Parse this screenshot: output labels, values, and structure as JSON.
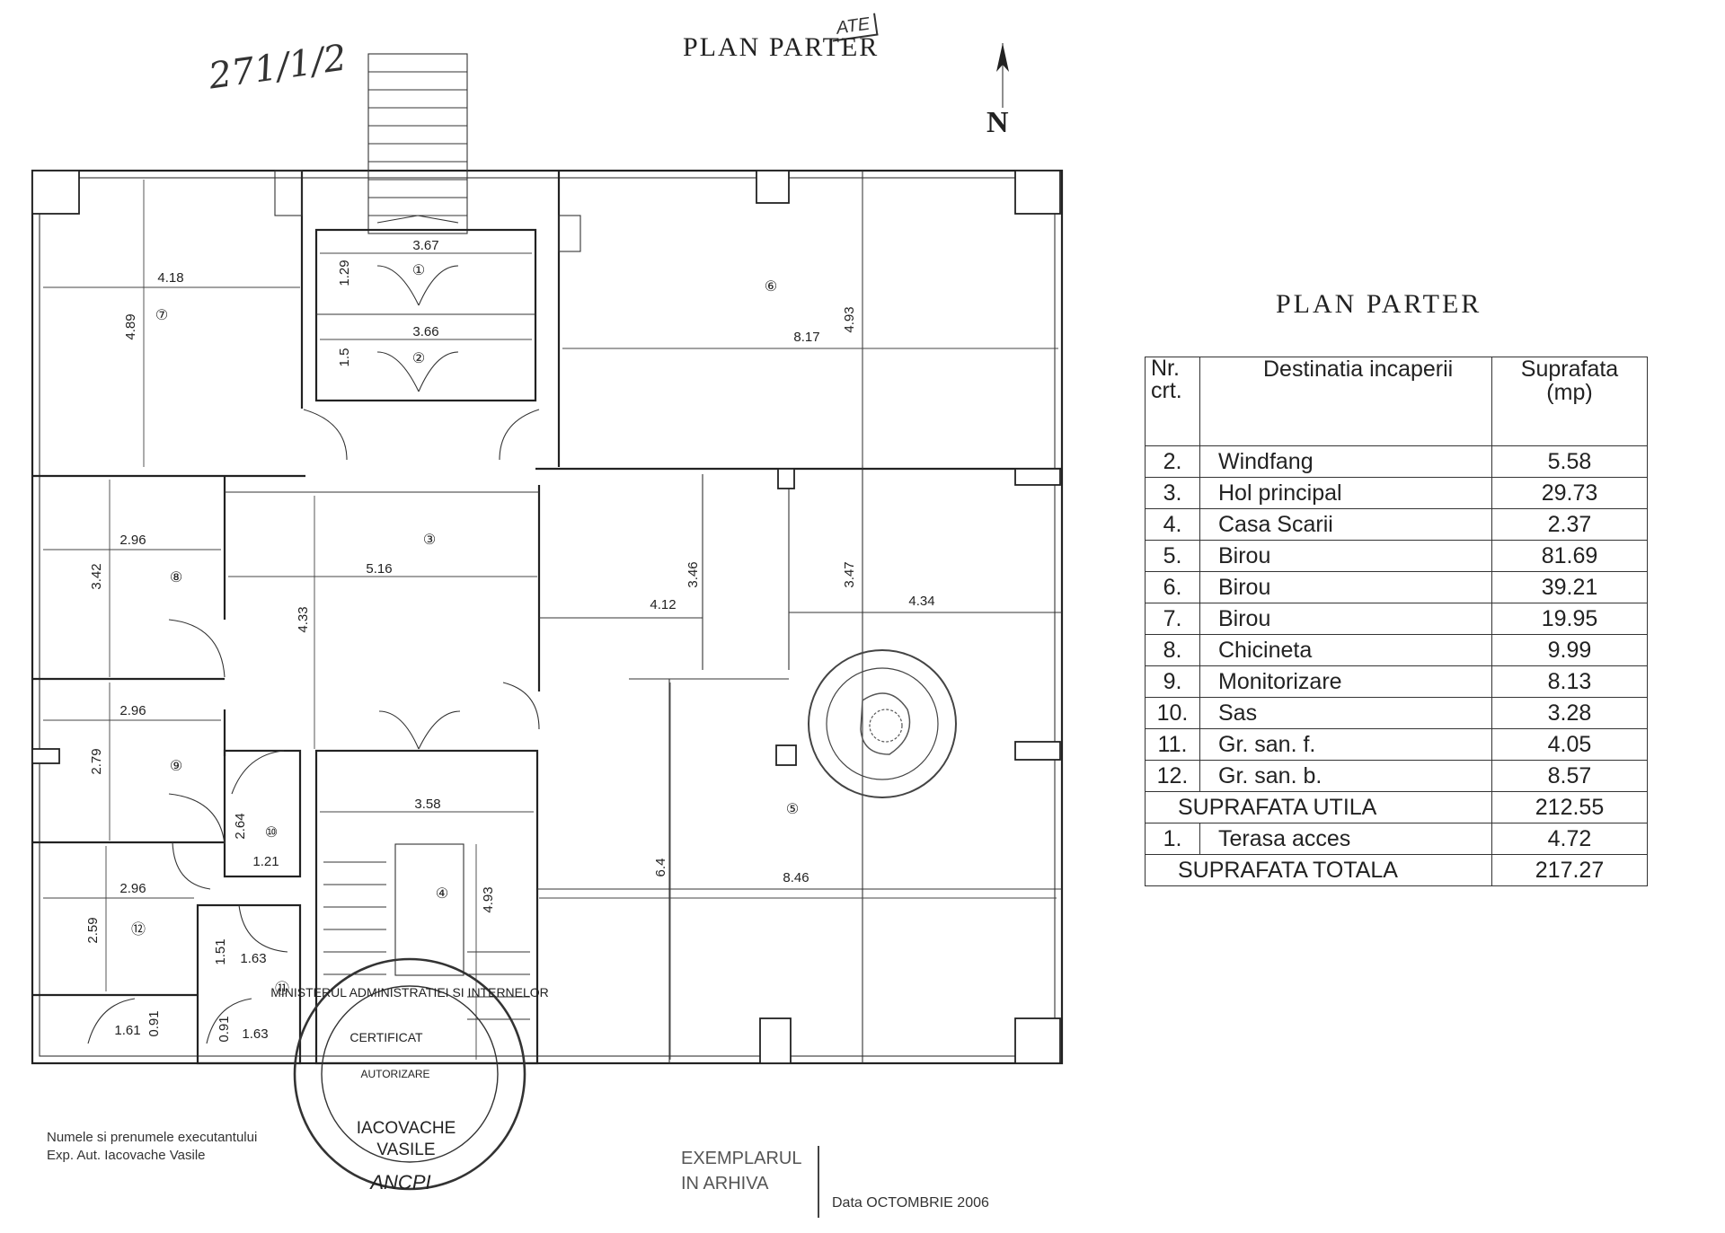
{
  "header": {
    "plan_title": "PLAN PARTER",
    "handwritten_ref": "271/1/2",
    "top_stamp": "ATE",
    "north_label": "N"
  },
  "rooms": [
    {
      "number": "①",
      "dims": [
        "3.67",
        "1.29"
      ]
    },
    {
      "number": "②",
      "dims": [
        "3.66",
        "1.5"
      ]
    },
    {
      "number": "③",
      "dims": [
        "5.16",
        "4.33"
      ]
    },
    {
      "number": "④",
      "dims": [
        "3.58",
        "4.93"
      ]
    },
    {
      "number": "⑤",
      "dims": [
        "8.46",
        "6.4"
      ]
    },
    {
      "number": "⑥",
      "dims": [
        "8.17",
        "4.93"
      ]
    },
    {
      "number": "⑦",
      "dims": [
        "4.18",
        "4.89"
      ]
    },
    {
      "number": "⑧",
      "dims": [
        "2.96",
        "3.42"
      ]
    },
    {
      "number": "⑨",
      "dims": [
        "2.96",
        "2.79"
      ]
    },
    {
      "number": "⑩",
      "dims": [
        "2.64",
        "1.21"
      ]
    },
    {
      "number": "⑪",
      "dims": [
        "1.51",
        "1.63",
        "0.91",
        "1.63"
      ]
    },
    {
      "number": "⑫",
      "dims": [
        "2.96",
        "2.59",
        "1.61",
        "0.91"
      ]
    }
  ],
  "extra_dims": [
    "4.12",
    "3.46",
    "3.47",
    "4.34"
  ],
  "table": {
    "title": "PLAN PARTER",
    "col_nr": "Nr. crt.",
    "col_dest": "Destinatia incaperii",
    "col_sup": "Suprafata (mp)",
    "rows": [
      {
        "nr": "2.",
        "name": "Windfang",
        "area": "5.58"
      },
      {
        "nr": "3.",
        "name": "Hol principal",
        "area": "29.73"
      },
      {
        "nr": "4.",
        "name": "Casa Scarii",
        "area": "2.37"
      },
      {
        "nr": "5.",
        "name": "Birou",
        "area": "81.69"
      },
      {
        "nr": "6.",
        "name": "Birou",
        "area": "39.21"
      },
      {
        "nr": "7.",
        "name": "Birou",
        "area": "19.95"
      },
      {
        "nr": "8.",
        "name": "Chicineta",
        "area": "9.99"
      },
      {
        "nr": "9.",
        "name": "Monitorizare",
        "area": "8.13"
      },
      {
        "nr": "10.",
        "name": "Sas",
        "area": "3.28"
      },
      {
        "nr": "11.",
        "name": "Gr. san. f.",
        "area": "4.05"
      },
      {
        "nr": "12.",
        "name": "Gr. san. b.",
        "area": "8.57"
      }
    ],
    "utila_label": "SUPRAFATA UTILA",
    "utila_value": "212.55",
    "terasa_nr": "1.",
    "terasa_name": "Terasa acces",
    "terasa_value": "4.72",
    "totala_label": "SUPRAFATA TOTALA",
    "totala_value": "217.27"
  },
  "stamps": {
    "round_top": "MINISTERUL ADMINISTRATIEI SI INTERNELOR",
    "round_mid": "CERTIFICAT",
    "round_inner": "AUTORIZARE",
    "round_name_1": "IACOVACHE",
    "round_name_2": "VASILE",
    "round_bottom": "ANCPI"
  },
  "footer": {
    "line1": "Numele si prenumele executantului",
    "line2": "Exp. Aut. Iacovache Vasile",
    "archive_1": "EXEMPLARUL",
    "archive_2": "IN ARHIVA",
    "date": "Data OCTOMBRIE 2006"
  }
}
